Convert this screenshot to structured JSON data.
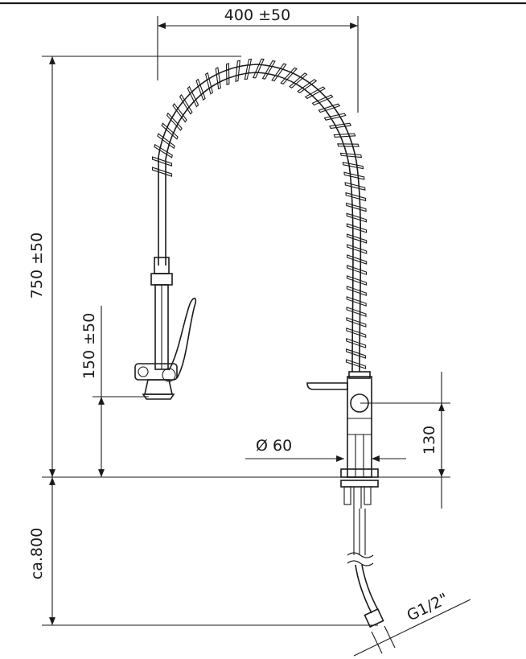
{
  "colors": {
    "ink": "#1a1a1a",
    "background": "#ffffff"
  },
  "dimensions": {
    "width_top": "400 ±50",
    "height_total": "750 ±50",
    "spray_height": "150 ±50",
    "base_height": "130",
    "base_diameter": "60",
    "base_diameter_symbol": "Ø",
    "hose_length": "ca.800",
    "connection_thread": "G1/2\""
  }
}
